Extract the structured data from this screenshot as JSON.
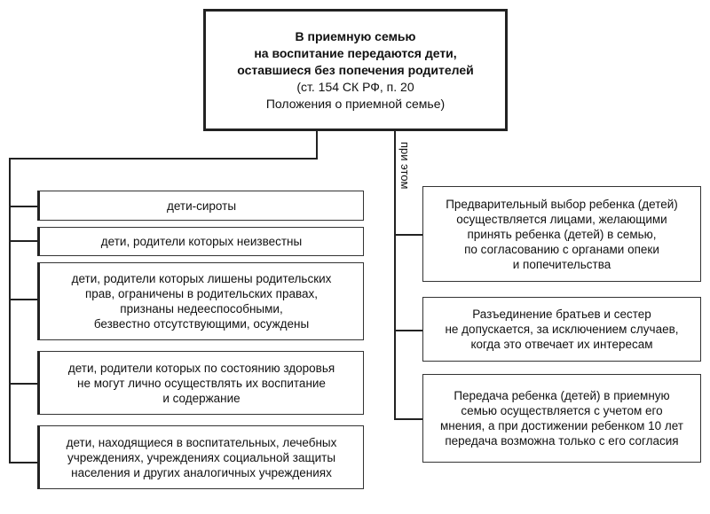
{
  "header": {
    "title_lines": [
      "В приемную семью",
      "на воспитание передаются дети,",
      "оставшиеся без попечения родителей"
    ],
    "ref_lines": [
      "(ст. 154 СК РФ, п. 20",
      "Положения о приемной семье)"
    ]
  },
  "connector_label": "при этом",
  "left_items": [
    {
      "lines": [
        "дети-сироты"
      ]
    },
    {
      "lines": [
        "дети, родители которых неизвестны"
      ]
    },
    {
      "lines": [
        "дети, родители которых лишены родительских",
        "прав, ограничены в родительских правах,",
        "признаны недееспособными,",
        "безвестно отсутствующими, осуждены"
      ]
    },
    {
      "lines": [
        "дети, родители которых по состоянию здоровья",
        "не могут лично осуществлять их воспитание",
        "и содержание"
      ]
    },
    {
      "lines": [
        "дети, находящиеся в воспитательных, лечебных",
        "учреждениях, учреждениях социальной защиты",
        "населения и других аналогичных учреждениях"
      ]
    }
  ],
  "right_items": [
    {
      "lines": [
        "Предварительный выбор ребенка (детей)",
        "осуществляется лицами, желающими",
        "принять ребенка (детей) в семью,",
        "по согласованию с органами опеки",
        "и попечительства"
      ]
    },
    {
      "lines": [
        "Разъединение братьев и сестер",
        "не допускается, за исключением случаев,",
        "когда это отвечает их интересам"
      ]
    },
    {
      "lines": [
        "Передача ребенка (детей) в приемную",
        "семью осуществляется с учетом его",
        "мнения, а при достижении ребенком 10 лет",
        "передача возможна только с его согласия"
      ]
    }
  ]
}
